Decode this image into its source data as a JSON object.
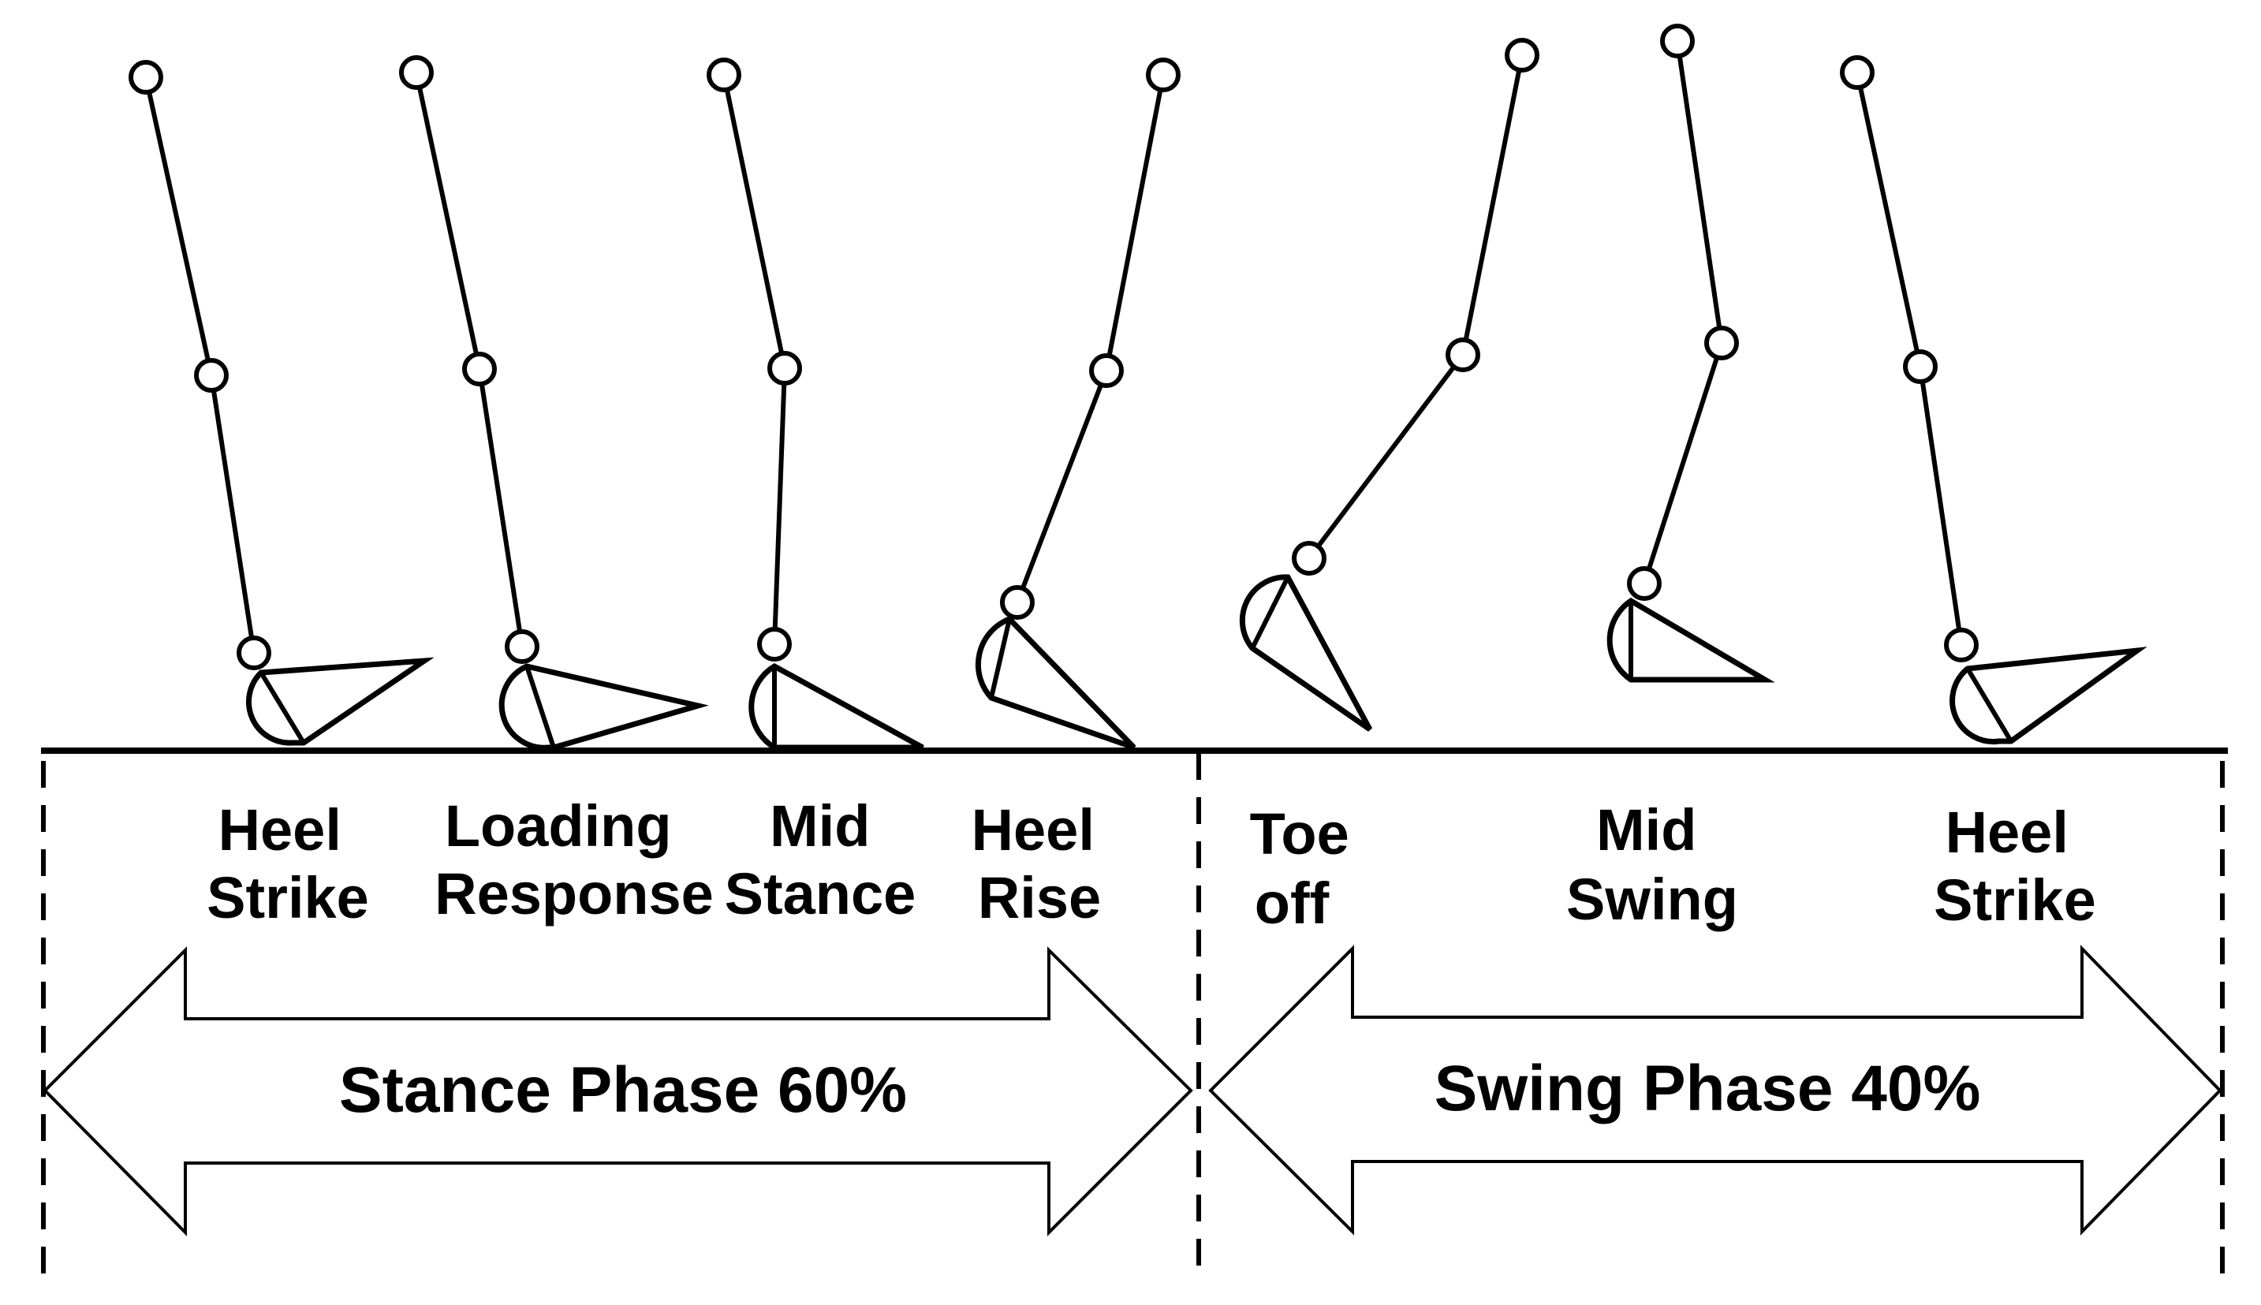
{
  "colors": {
    "line": "#000000",
    "background": "#ffffff"
  },
  "gait_phases": [
    {
      "line1": "Heel",
      "line2": "Strike"
    },
    {
      "line1": "Loading",
      "line2": "Response"
    },
    {
      "line1": "Mid",
      "line2": "Stance"
    },
    {
      "line1": "Heel",
      "line2": "Rise"
    },
    {
      "line1": "Toe",
      "line2": "off"
    },
    {
      "line1": "Mid",
      "line2": "Swing"
    },
    {
      "line1": "Heel",
      "line2": "Strike"
    }
  ],
  "phases": {
    "stance": {
      "label": "Stance Phase 60%"
    },
    "swing": {
      "label": "Swing Phase 40%"
    }
  }
}
